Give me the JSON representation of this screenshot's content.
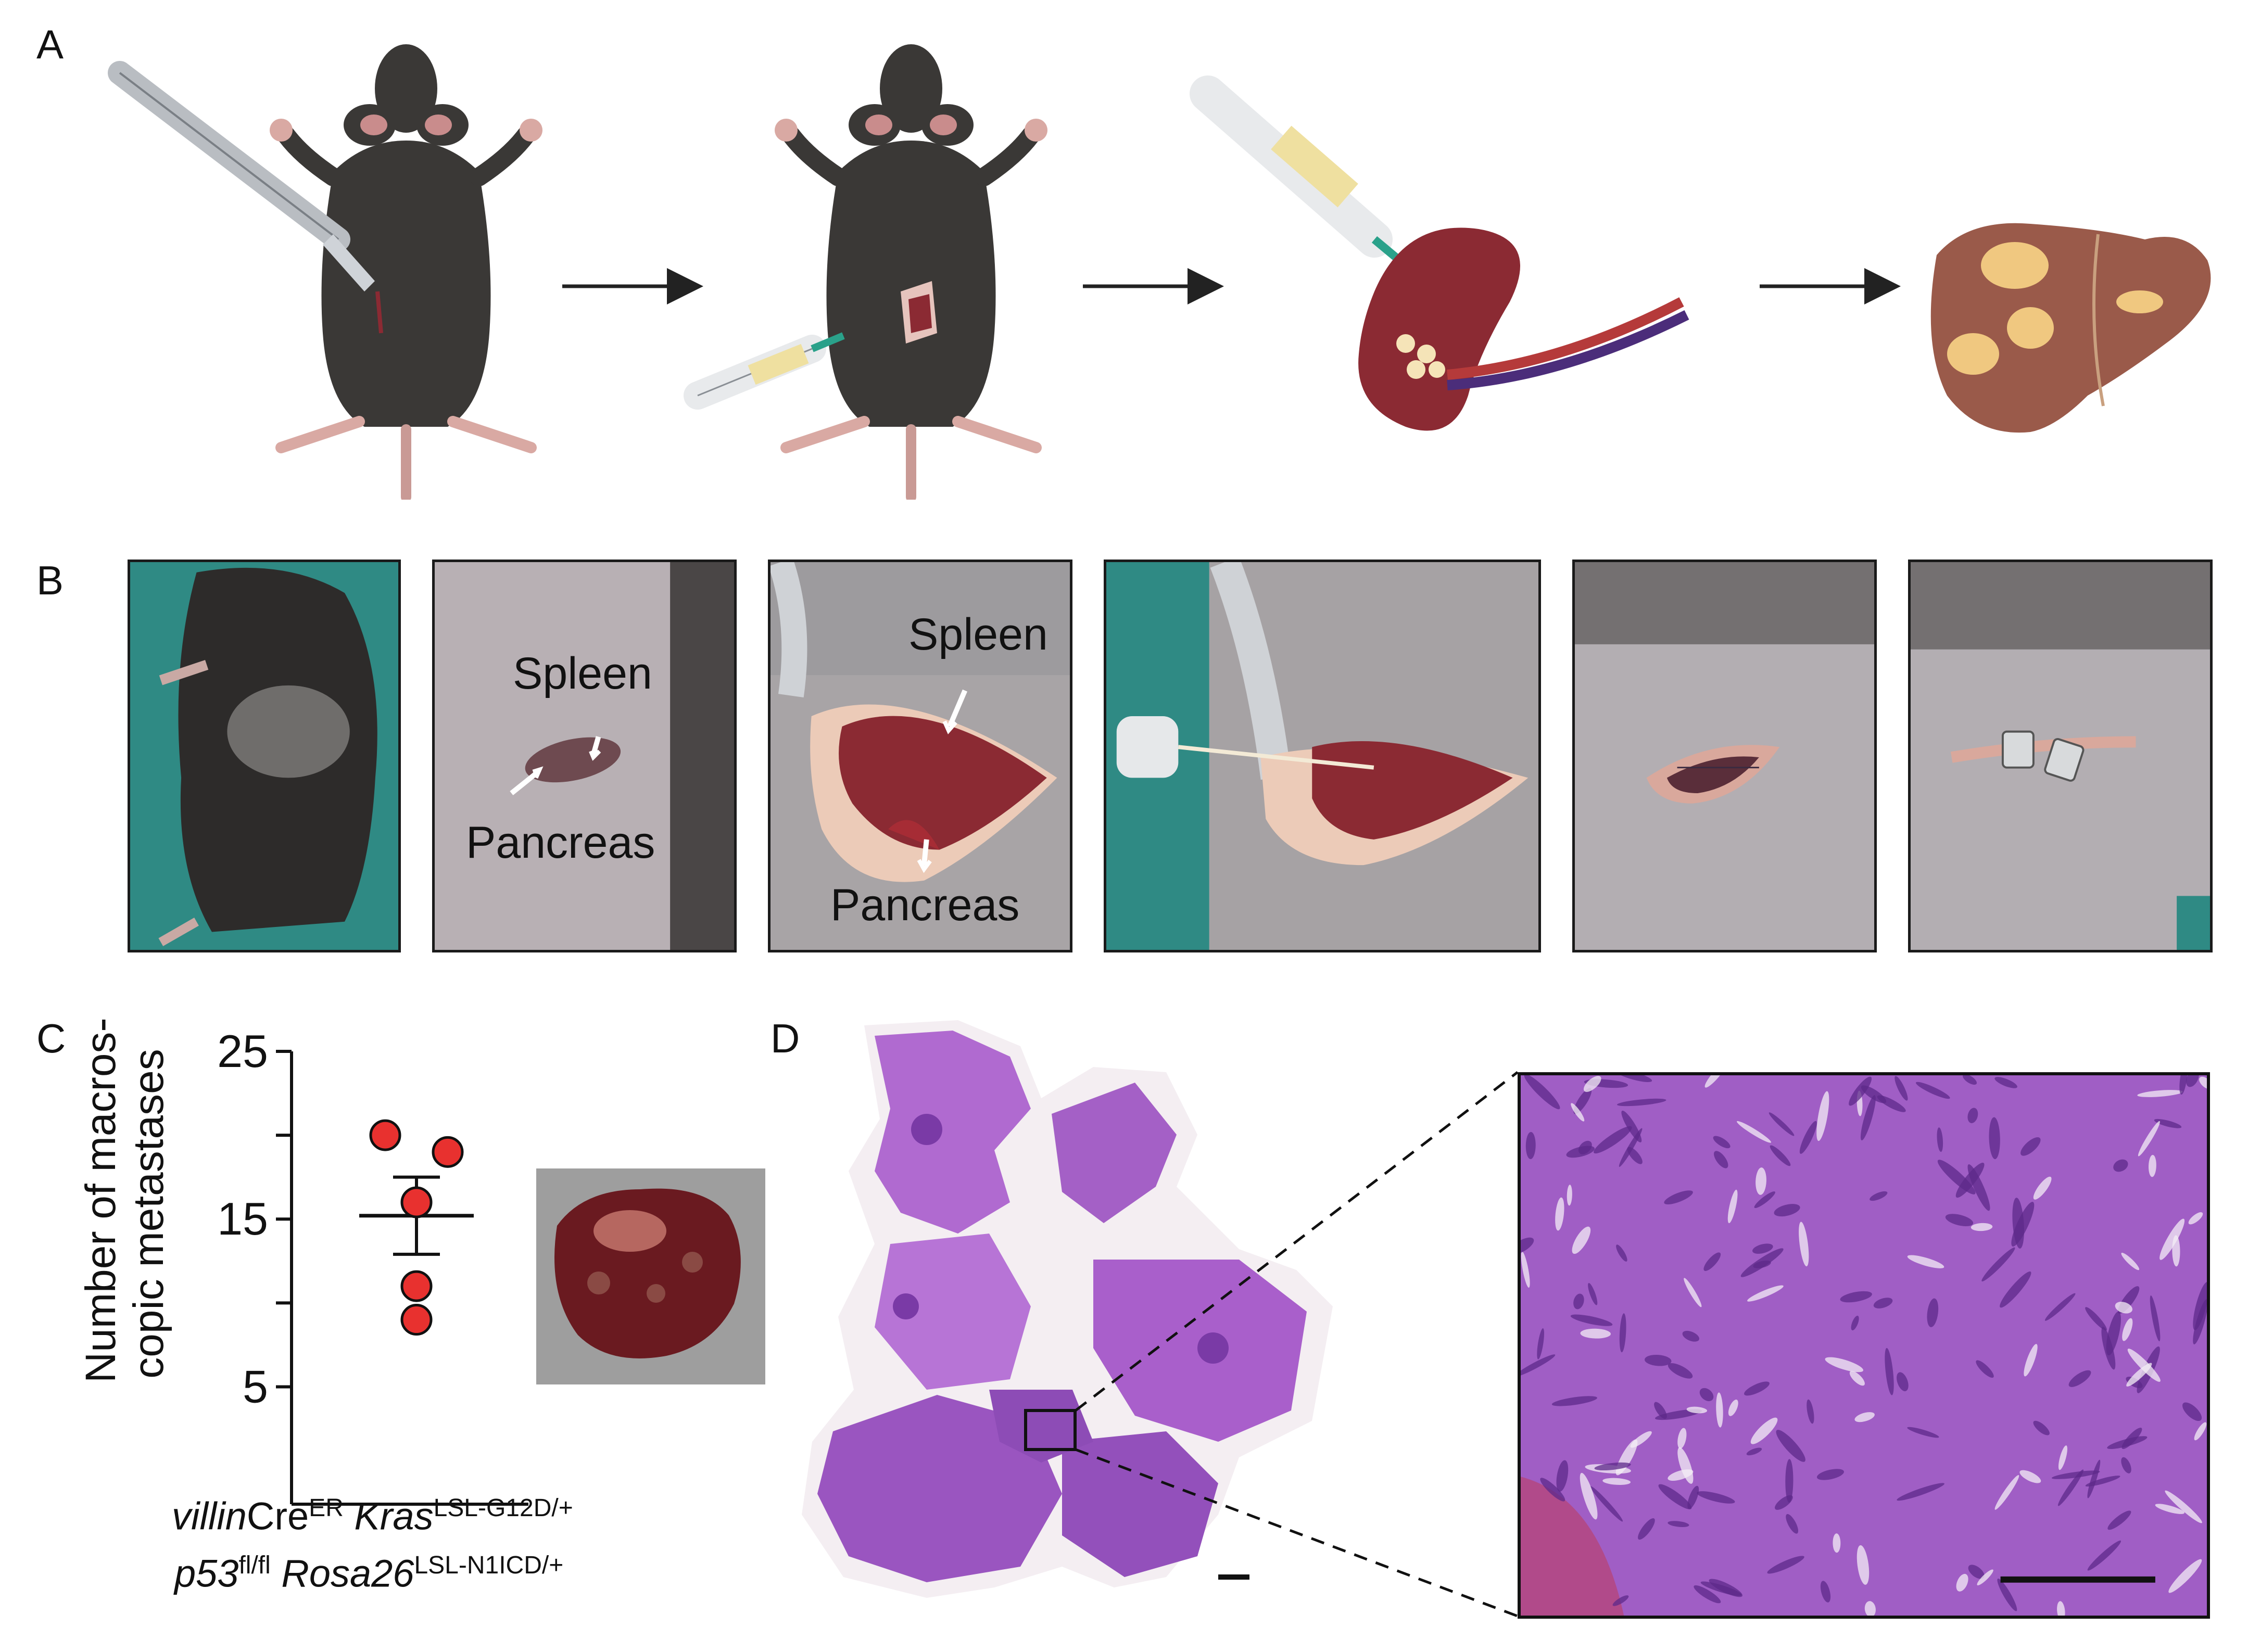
{
  "panels": {
    "A": {
      "label": "A"
    },
    "B": {
      "label": "B",
      "annotations": {
        "photo2_spleen": "Spleen",
        "photo2_pancreas": "Pancreas",
        "photo3_spleen": "Spleen",
        "photo3_pancreas": "Pancreas"
      }
    },
    "C": {
      "label": "C",
      "ylabel_line1": "Number of macros-",
      "ylabel_line2": "copic metastases",
      "genotype_line1": {
        "a_italic": "villin",
        "a_plain": "Cre",
        "a_sup": "ER",
        "b_italic": "Kras",
        "b_sup": "LSL-G12D/+"
      },
      "genotype_line2": {
        "a_italic": "p53",
        "a_sup": "fl/fl",
        "b_italic": "Rosa26",
        "b_sup": "LSL-N1ICD/+"
      }
    },
    "D": {
      "label": "D"
    }
  },
  "chart_data": {
    "type": "scatter",
    "yticks": [
      5,
      15,
      25
    ],
    "ylim": [
      -2,
      25
    ],
    "points": [
      20,
      19,
      16,
      11,
      9
    ],
    "mean": 15.2,
    "sem": 2.3,
    "marker_color": "#e8312f"
  },
  "colors": {
    "mouse_fur": "#3a3836",
    "spleen": "#8b2a33",
    "liver": "#9a5a4a",
    "tumor": "#f0c880",
    "he_stain": "#9a55c0",
    "drape_green": "#2f8a84",
    "skin": "#cfb9b5"
  }
}
